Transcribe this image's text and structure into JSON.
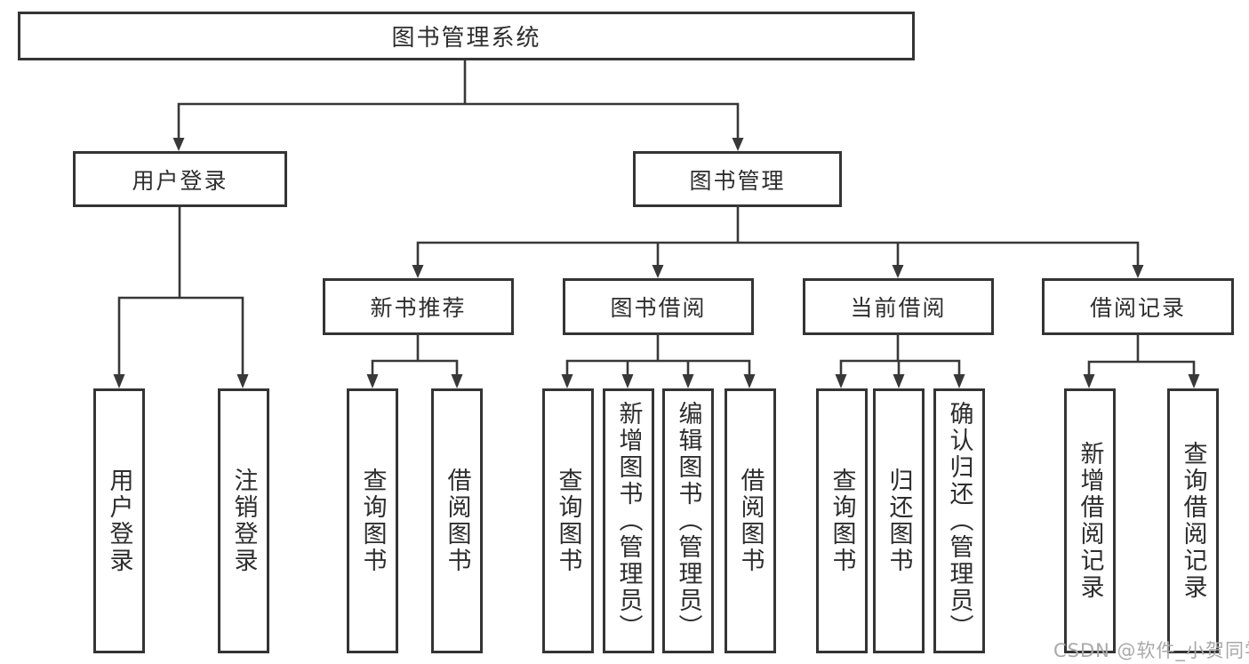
{
  "diagram": {
    "root": {
      "label": "图书管理系统"
    },
    "level2": [
      {
        "label": "用户登录",
        "leaves": [
          "用户登录",
          "注销登录"
        ]
      },
      {
        "label": "图书管理",
        "children": [
          {
            "label": "新书推荐",
            "leaves": [
              "查询图书",
              "借阅图书"
            ]
          },
          {
            "label": "图书借阅",
            "leaves": [
              "查询图书",
              "新增图书（管理员）",
              "编辑图书（管理员）",
              "借阅图书"
            ]
          },
          {
            "label": "当前借阅",
            "leaves": [
              "查询图书",
              "归还图书",
              "确认归还（管理员）"
            ]
          },
          {
            "label": "借阅记录",
            "leaves": [
              "新增借阅记录",
              "查询借阅记录"
            ]
          }
        ]
      }
    ]
  },
  "watermark": {
    "text": "CSDN @软件_小贺同学"
  },
  "colors": {
    "line": "#383838",
    "box_border": "#343434",
    "text": "#2d2d2d",
    "watermark": "#a9a9a9",
    "background": "#ffffff"
  }
}
